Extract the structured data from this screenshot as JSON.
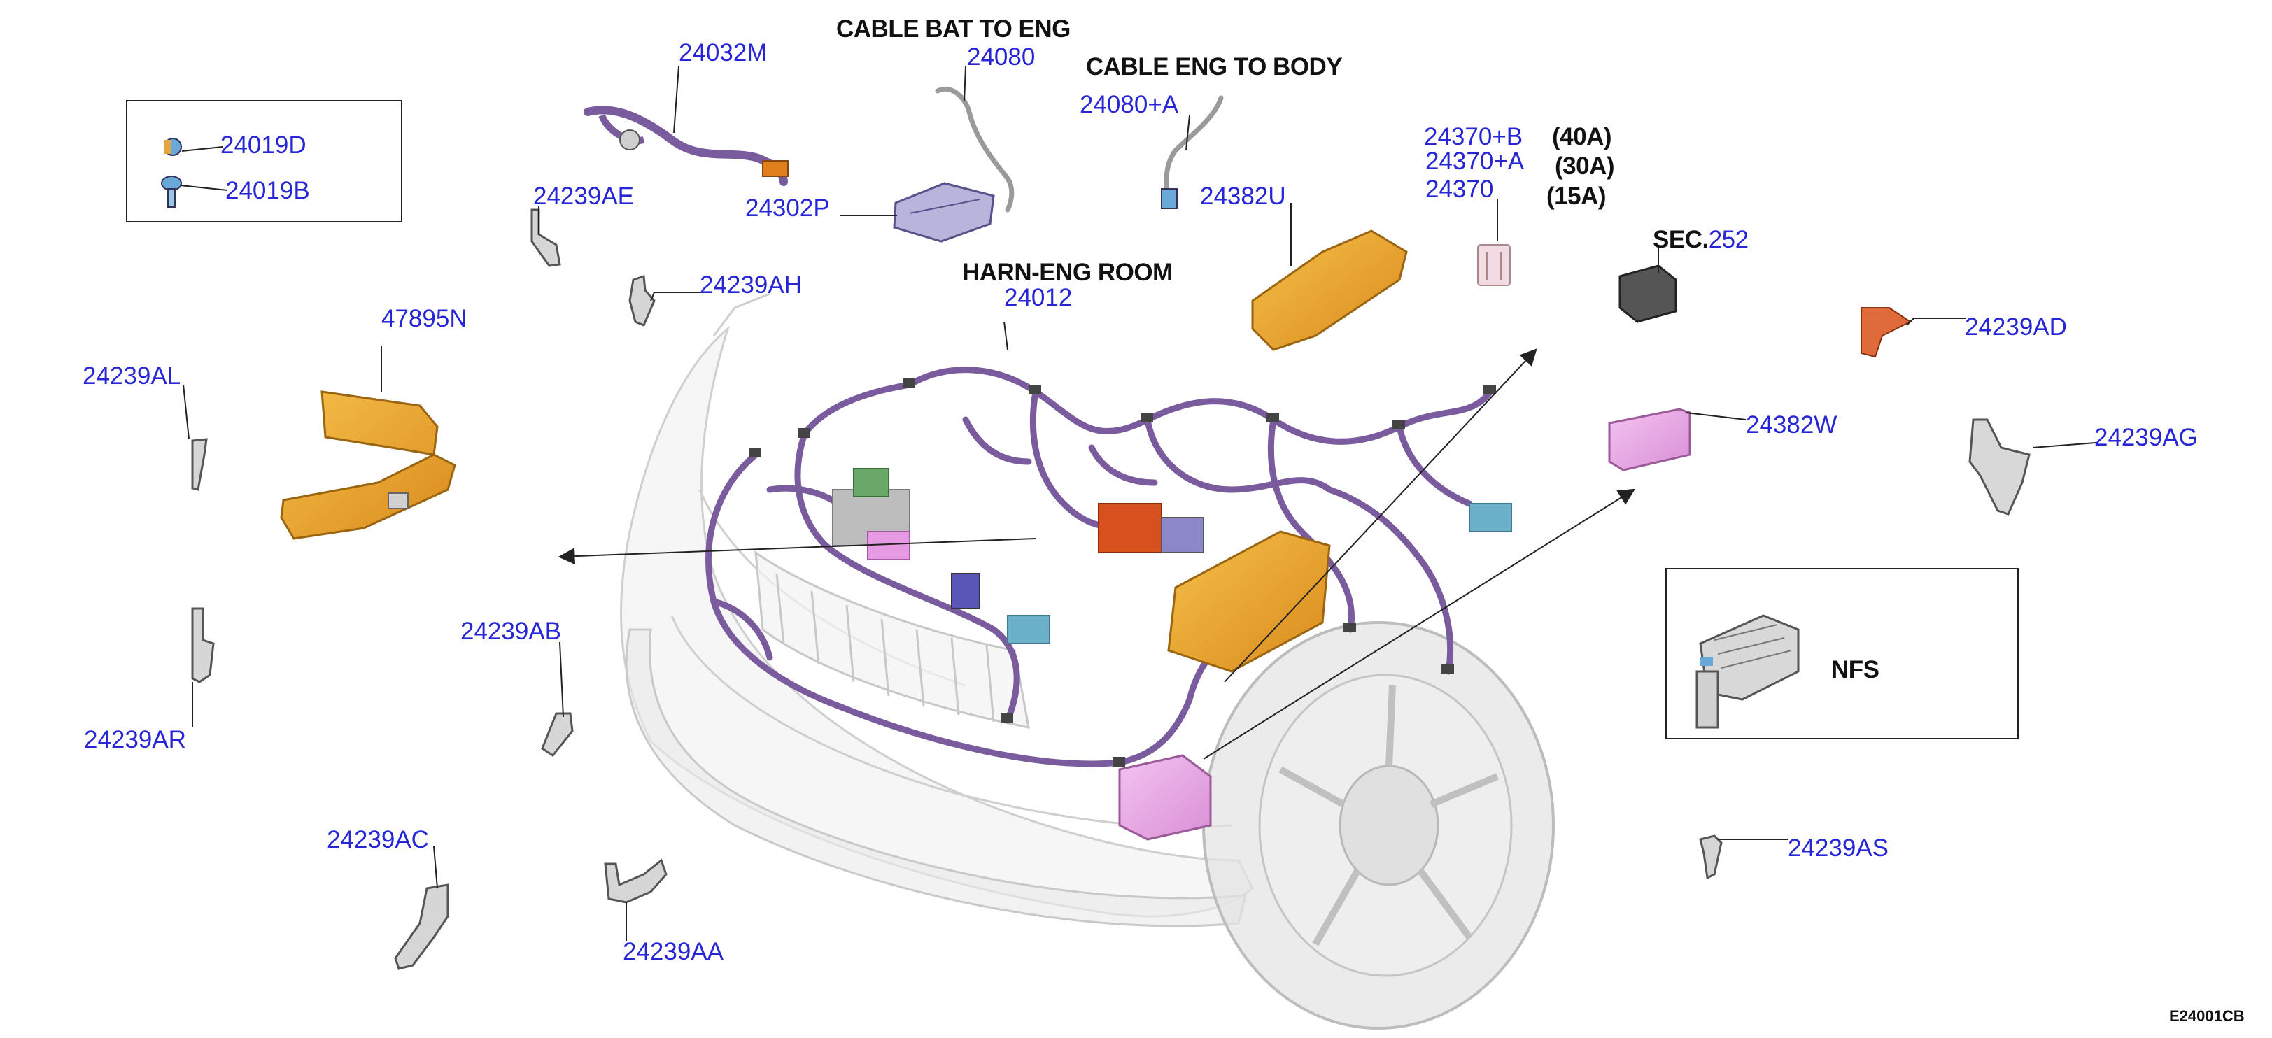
{
  "colors": {
    "label_blue": "#2626d6",
    "leader": "#222222",
    "harness_purple": "#7a5c9e",
    "box_orange": "#f0a830",
    "fuse_pink": "#e8a6e6",
    "car_gray": "#d8d8d8"
  },
  "titles": {
    "cable_bat_to_eng": "CABLE BAT TO ENG",
    "cable_eng_to_body": "CABLE ENG TO BODY",
    "harn_eng_room": "HARN-ENG ROOM",
    "sec_prefix": "SEC.",
    "sec_number": "252",
    "nfs": "NFS"
  },
  "fuse_ratings": [
    "(40A)",
    "(30A)",
    "(15A)"
  ],
  "parts": {
    "p24019D": "24019D",
    "p24019B": "24019B",
    "p24032M": "24032M",
    "p24080": "24080",
    "p24080A": "24080+A",
    "p24370B": "24370+B",
    "p24370A": "24370+A",
    "p24370": "24370",
    "p24239AE": "24239AE",
    "p24302P": "24302P",
    "p24382U": "24382U",
    "p24239AH": "24239AH",
    "p24012": "24012",
    "p47895N": "47895N",
    "p24239AL": "24239AL",
    "p24239AD": "24239AD",
    "p24382W": "24382W",
    "p24239AG": "24239AG",
    "p24239AB": "24239AB",
    "p24239AR": "24239AR",
    "p24239AC": "24239AC",
    "p24239AA": "24239AA",
    "p24239AS": "24239AS"
  },
  "diagram_code": "E24001CB"
}
